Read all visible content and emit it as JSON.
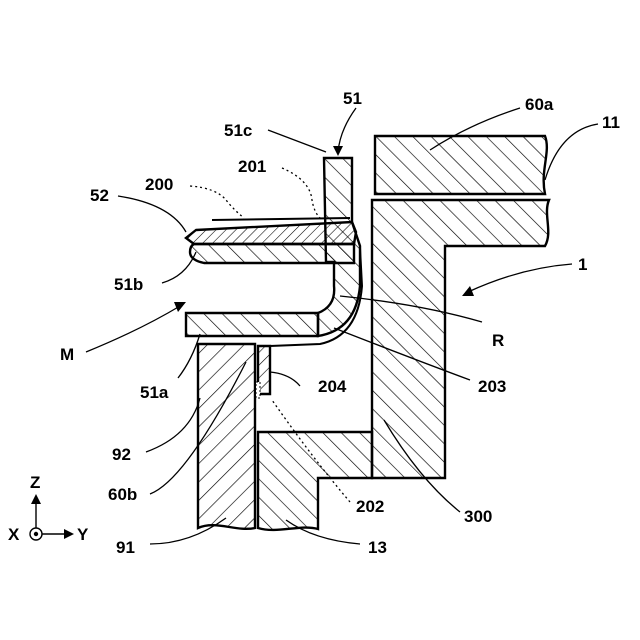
{
  "diagram": {
    "labels": {
      "l51": "51",
      "l51c": "51c",
      "l60a": "60a",
      "l11": "11",
      "l201": "201",
      "l200": "200",
      "l52": "52",
      "l1": "1",
      "l51b": "51b",
      "lM": "M",
      "lR": "R",
      "l51a": "51a",
      "l204": "204",
      "l203": "203",
      "l92": "92",
      "l60b": "60b",
      "l202": "202",
      "l300": "300",
      "l91": "91",
      "l13": "13"
    },
    "axes": {
      "z": "Z",
      "x": "X",
      "y": "Y"
    }
  },
  "colors": {
    "line": "#000000",
    "background": "#ffffff"
  }
}
